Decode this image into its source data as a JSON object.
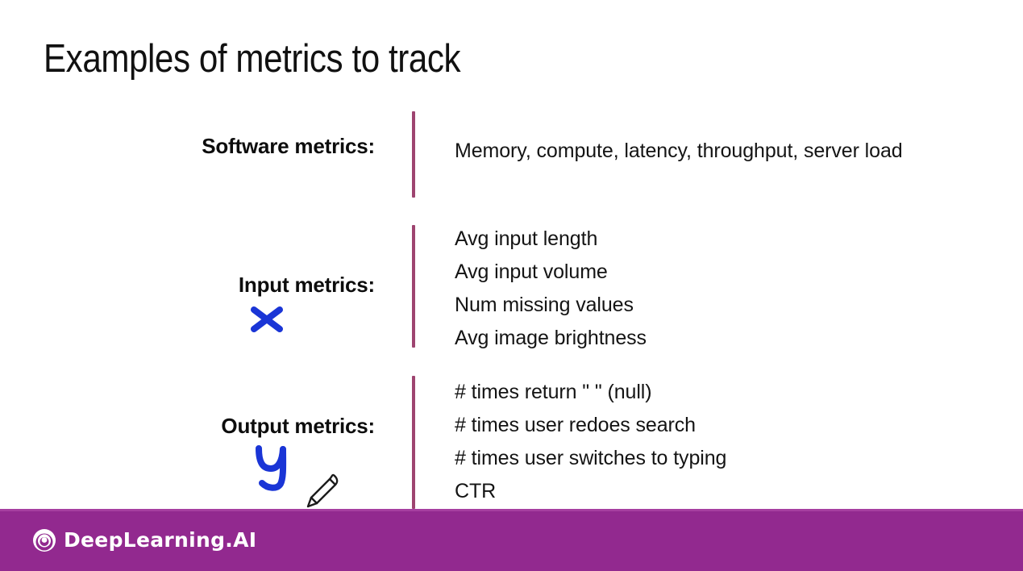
{
  "slide": {
    "title": "Examples of metrics to track",
    "background_color": "#ffffff",
    "divider_color": "#9e4470",
    "ink_color": "#1a35d6"
  },
  "rows": [
    {
      "label": "Software metrics:",
      "lines": [
        "Memory, compute, latency, throughput, server load"
      ]
    },
    {
      "label": "Input metrics:",
      "annotation": "x",
      "lines": [
        "Avg input length",
        "Avg input volume",
        "Num missing values",
        "Avg image brightness"
      ]
    },
    {
      "label": "Output metrics:",
      "annotation": "y",
      "lines": [
        "# times return \" \" (null)",
        "# times user redoes search",
        "# times user switches to typing",
        "CTR"
      ]
    }
  ],
  "cursor": {
    "icon": "pen-cursor-icon"
  },
  "footer": {
    "brand": "DeepLearning.AI",
    "logo_icon": "deeplearning-spiral-logo-icon",
    "background_color": "#92298f",
    "text_color": "#ffffff"
  }
}
